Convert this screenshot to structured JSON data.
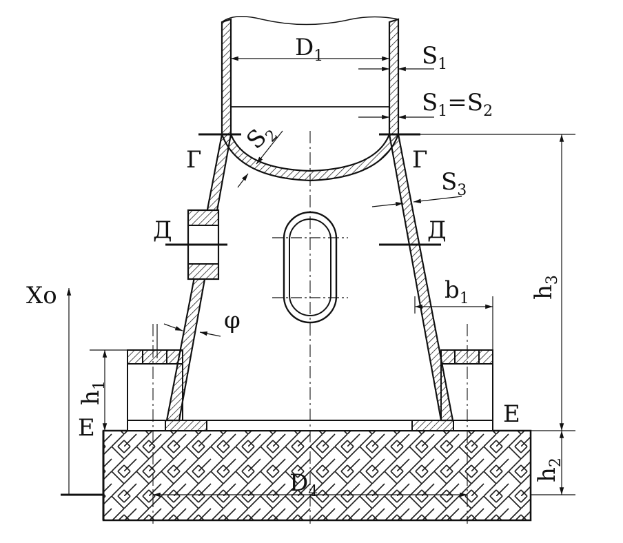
{
  "labels": {
    "d1": "D",
    "d1_sub": "1",
    "s1": "S",
    "s1_sub": "1",
    "s1s2_a": "S",
    "s1s2_a_sub": "1",
    "s1s2_eq": "=",
    "s1s2_b": "S",
    "s1s2_b_sub": "2",
    "s2": "S",
    "s2_sub": "2",
    "g_left": "Г",
    "g_right": "Г",
    "s3": "S",
    "s3_sub": "3",
    "d_left": "Д",
    "d_right": "Д",
    "h3": "h",
    "h3_sub": "3",
    "x0": "Xo",
    "b1": "b",
    "b1_sub": "1",
    "phi": "φ",
    "h1": "h",
    "h1_sub": "1",
    "e_left": "E",
    "e_right": "E",
    "h2": "h",
    "h2_sub": "2",
    "d4": "D",
    "d4_sub": "4"
  }
}
